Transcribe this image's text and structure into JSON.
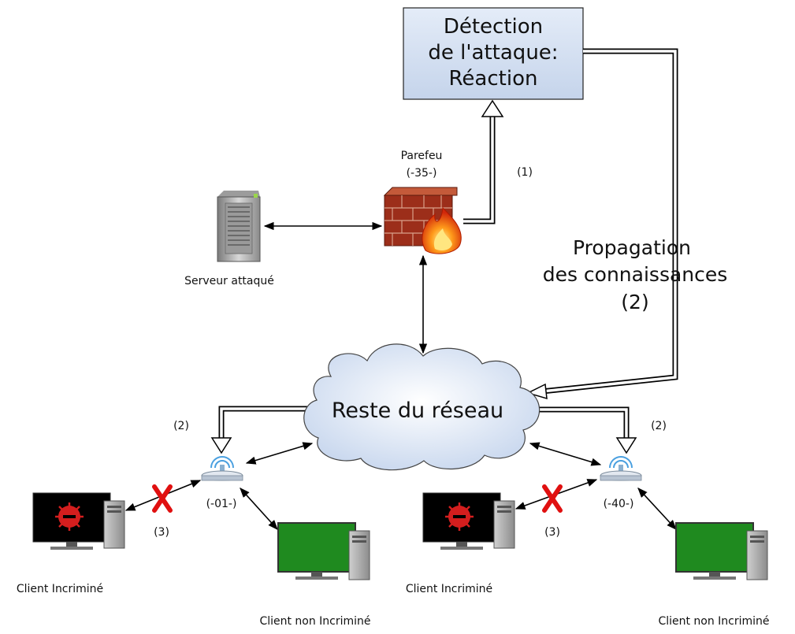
{
  "detection_box": {
    "line1": "Détection",
    "line2": "de l'attaque:",
    "line3": "Réaction"
  },
  "firewall": {
    "name": "Parefeu",
    "id": "(-35-)"
  },
  "server": {
    "label": "Serveur attaqué"
  },
  "cloud": {
    "label": "Reste du réseau"
  },
  "propagation": {
    "line1": "Propagation",
    "line2": "des connaissances",
    "line3": "(2)"
  },
  "steps": {
    "step1": "(1)",
    "step2_left": "(2)",
    "step2_right": "(2)",
    "step3_left": "(3)",
    "step3_right": "(3)"
  },
  "routers": {
    "left_id": "(-01-)",
    "right_id": "(-40-)"
  },
  "clients": {
    "left_incriminated": "Client Incriminé",
    "left_clean": "Client non Incriminé",
    "right_incriminated": "Client Incriminé",
    "right_clean": "Client non Incriminé"
  },
  "colors": {
    "detection_box_fill": "#d3dff0",
    "cloud_fill": "#d7e2f2",
    "infected_screen": "#000000",
    "infected_badge": "#d41e1e",
    "clean_screen": "#1f8a1f",
    "blocked_cross": "#e01010",
    "brick": "#9c2e1a"
  },
  "icons": {
    "server": "server-tower-icon",
    "firewall": "brick-wall-fire-icon",
    "router": "wifi-router-icon",
    "infected_pc": "infected-computer-icon",
    "clean_pc": "clean-computer-icon",
    "blocked": "red-x-icon"
  }
}
